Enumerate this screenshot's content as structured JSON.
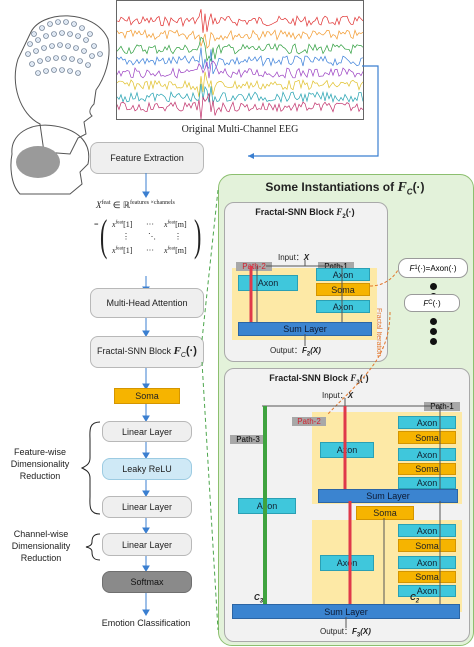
{
  "eeg": {
    "caption": "Original Multi-Channel EEG"
  },
  "pipeline": {
    "feature_extraction": "Feature Extraction",
    "matrix_top": "X",
    "matrix_top_sup": "feat",
    "matrix_set": "∈ ℝ",
    "matrix_set_sup": "features ×channels",
    "matrix_row1_left": "x",
    "matrix_row1_left_sup": "feat",
    "matrix_row1_left_idx": "[1]",
    "matrix_row1_right": "x",
    "matrix_row1_right_sup": "feat",
    "matrix_row1_right_idx": "[m]",
    "matrix_rown_left": "x",
    "matrix_rown_left_sup": "feat",
    "matrix_rown_left_idx": "[1]",
    "matrix_rown_right": "x",
    "matrix_rown_right_sup": "feat",
    "matrix_rown_right_idx": "[m]",
    "mha": "Multi-Head Attention",
    "fractal_block": "Fractal-SNN Block",
    "fractal_block_fn": "F",
    "fractal_block_sub": "C",
    "fractal_block_arg": "(·)",
    "soma": "Soma",
    "linear1": "Linear Layer",
    "leaky": "Leaky ReLU",
    "linear2": "Linear Layer",
    "linear3": "Linear Layer",
    "softmax": "Softmax",
    "emotion": "Emotion Classification",
    "feature_dr": "Feature-wise\nDimensionality\nReduction",
    "channel_dr": "Channel-wise\nDimensionality\nReduction"
  },
  "panel": {
    "title": "Some Instantiations of ",
    "title_fn": "F",
    "title_sub": "C",
    "title_arg": "(·)",
    "block2_title": "Fractal-SNN Block ",
    "block2_fn": "F",
    "block2_sub": "2",
    "block2_arg": "(·)",
    "input_label": "Input：",
    "input_var": "X",
    "path1": "Path-1",
    "path2": "Path-2",
    "path3": "Path-3",
    "axon": "Axon",
    "soma": "Soma",
    "sum_layer": "Sum Layer",
    "output_label": "Output：",
    "output2_fn": "F",
    "output2_sub": "2",
    "output2_arg": "(X)",
    "block3_title": "Fractal-SNN Block ",
    "block3_fn": "F",
    "block3_sub": "3",
    "block3_arg": "(·)",
    "output3_fn": "F",
    "output3_sub": "3",
    "output3_arg": "(X)",
    "f1_label": "F",
    "f1_sub": "1",
    "f1_rest": "(·)=Axon(·)",
    "fc_label": "F",
    "fc_sub": "C",
    "fc_rest": "(·)",
    "fractal_iteration": "Fractal Iteration",
    "c3": "C",
    "c3_sub": "3",
    "c2": "C",
    "c2_sub": "2"
  },
  "colors": {
    "panel_bg": "#e3f2da",
    "panel_border": "#8cbf6f",
    "axon": "#3fc7dc",
    "soma": "#f6b400",
    "sum_layer": "#3b84d0",
    "yellow_bg": "#fde9a6",
    "path_grey": "#a8a8a8",
    "red_line": "#e0394a",
    "green_line": "#3fa33f",
    "arrow_blue": "#3b7fd0"
  }
}
